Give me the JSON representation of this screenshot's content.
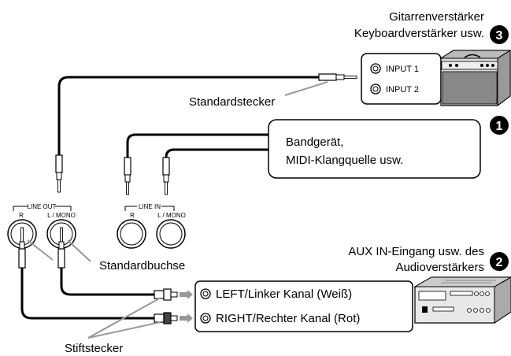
{
  "amplifier": {
    "number": "3",
    "title_line1": "Gitarrenverstärker",
    "title_line2": "Keyboardverstärker usw.",
    "input1": "INPUT 1",
    "input2": "INPUT 2"
  },
  "tape": {
    "number": "1",
    "line1": "Bandgerät,",
    "line2": "MIDI-Klangquelle usw."
  },
  "audio_amp": {
    "number": "2",
    "line1": "AUX IN-Eingang usw. des",
    "line2": "Audioverstärkers",
    "left": "LEFT/Linker Kanal (Weiß)",
    "right": "RIGHT/Rechter Kanal (Rot)"
  },
  "jacks": {
    "line_out": "LINE OUT",
    "line_in": "LINE IN",
    "r": "R",
    "l_mono": "L / MONO",
    "r2": "R",
    "l_mono2": "L / MONO"
  },
  "labels": {
    "standardstecker": "Standardstecker",
    "standardbuchse": "Standardbuchse",
    "stiftstecker": "Stiftstecker"
  }
}
